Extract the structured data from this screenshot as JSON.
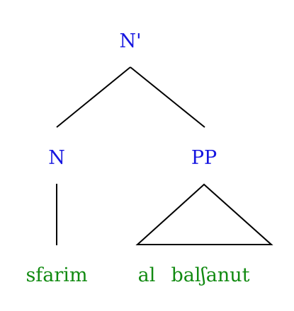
{
  "tree": {
    "root": {
      "label": "N'"
    },
    "left": {
      "label": "N",
      "leaf": "sfarim"
    },
    "right": {
      "label": "PP",
      "leaf_words": [
        "al",
        "balʃanut"
      ]
    }
  },
  "colors": {
    "category": "#1515e0",
    "leaf": "#118a11",
    "edge": "#000000"
  }
}
